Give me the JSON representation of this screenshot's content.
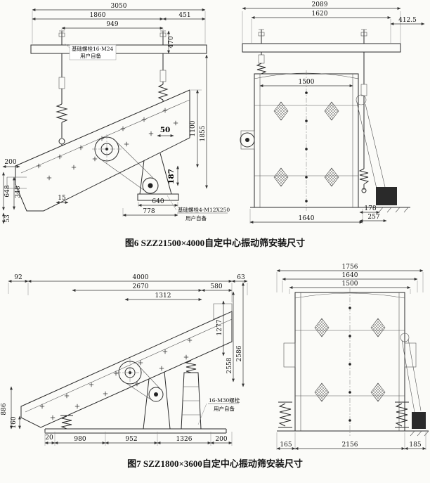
{
  "fig6": {
    "caption": "图6 SZZ21500×4000自定中心振动筛安装尺寸",
    "notes": {
      "top_bolt": "基础螺栓16-M24",
      "top_user": "用户自备",
      "bottom_bolt": "基础螺栓4-M12X250",
      "bottom_user": "用户自备"
    },
    "dims": {
      "d3050": "3050",
      "d1860": "1860",
      "d451": "451",
      "d949": "949",
      "d470": "470",
      "d1100": "1100",
      "d1855": "1855",
      "d50": "50",
      "d187": "187",
      "d200": "200",
      "d648": "648",
      "d348": "348",
      "d53": "53",
      "d15": "15",
      "d640": "640",
      "d778": "778",
      "d2089": "2089",
      "d1620": "1620",
      "d412": "412.5",
      "d1500": "1500",
      "d1640": "1640",
      "d178": "178",
      "d257": "257"
    }
  },
  "fig7": {
    "caption": "图7 SZZ1800×3600自定中心振动筛安装尺寸",
    "notes": {
      "bolt": "16-M30螺栓",
      "user": "用户自备"
    },
    "dims": {
      "d92": "92",
      "d4000": "4000",
      "d63": "63",
      "d2670": "2670",
      "d580": "580",
      "d1312": "1312",
      "d1277": "1277",
      "d2586": "2586",
      "d2558": "2558",
      "d886": "886",
      "d160": "160",
      "d20": "20",
      "d980": "980",
      "d952": "952",
      "d1326": "1326",
      "d200": "200",
      "d1756": "1756",
      "d1640": "1640",
      "d1500": "1500",
      "d165": "165",
      "d2156": "2156",
      "d185": "185"
    }
  }
}
